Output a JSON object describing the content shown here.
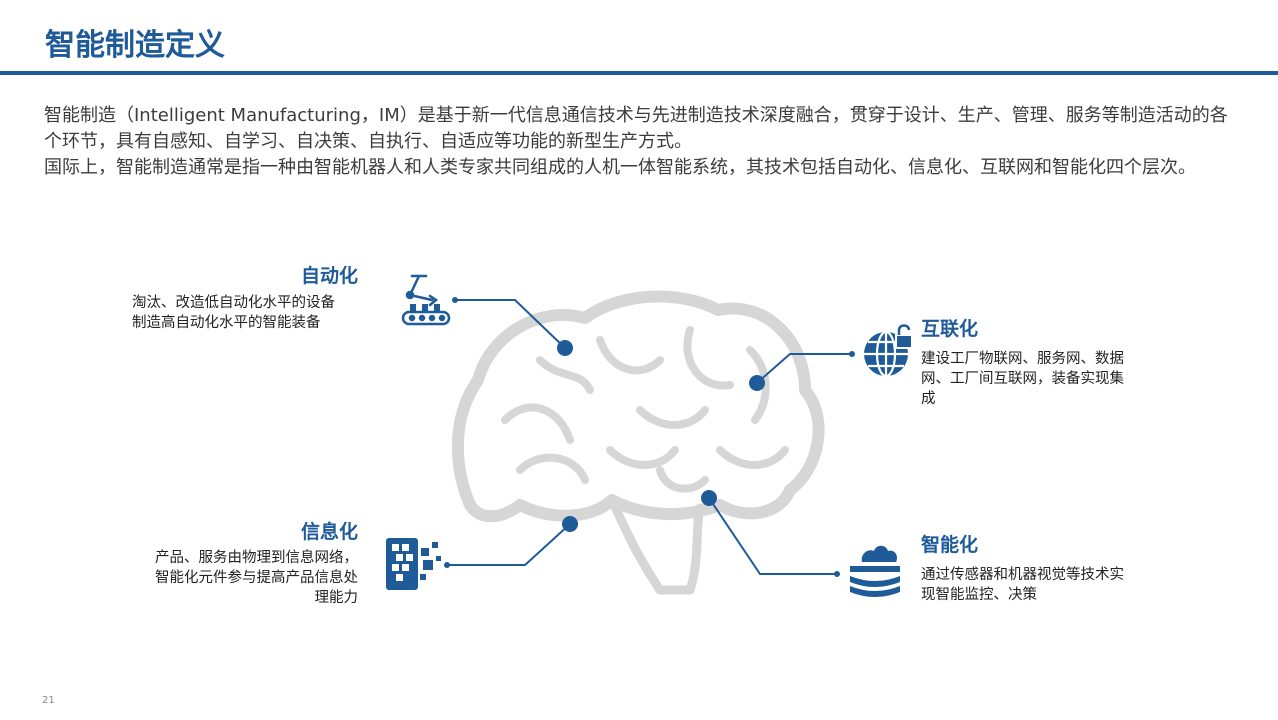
{
  "slide": {
    "title": "智能制造定义",
    "intro_p1": "智能制造（Intelligent Manufacturing，IM）是基于新一代信息通信技术与先进制造技术深度融合，贯穿于设计、生产、管理、服务等制造活动的各个环节，具有自感知、自学习、自决策、自执行、自适应等功能的新型生产方式。",
    "intro_p2": "国际上，智能制造通常是指一种由智能机器人和人类专家共同组成的人机一体智能系统，其技术包括自动化、信息化、互联网和智能化四个层次。",
    "page_number": "21"
  },
  "nodes": [
    {
      "id": "automation",
      "label": "自动化",
      "lines": [
        "淘汰、改造低自动化水平的设备",
        "制造高自动化水平的智能装备"
      ],
      "icon": "robot-arm-conveyor-icon"
    },
    {
      "id": "internet",
      "label": "互联化",
      "lines": [
        "建设工厂物联网、服务网、数据",
        "网、工厂间互联网，装备实现集",
        "成"
      ],
      "icon": "globe-lock-icon"
    },
    {
      "id": "informatization",
      "label": "信息化",
      "lines": [
        "产品、服务由物理到信息网络，",
        "智能化元件参与提高产品信息处",
        "理能力"
      ],
      "icon": "digital-pixels-icon"
    },
    {
      "id": "intelligence",
      "label": "智能化",
      "lines": [
        "通过传感器和机器视觉等技术实",
        "现智能监控、决策"
      ],
      "icon": "cloud-layers-icon"
    }
  ],
  "colors": {
    "accent": "#1f5a99",
    "brain": "#d6d6d6",
    "text": "#333333"
  }
}
